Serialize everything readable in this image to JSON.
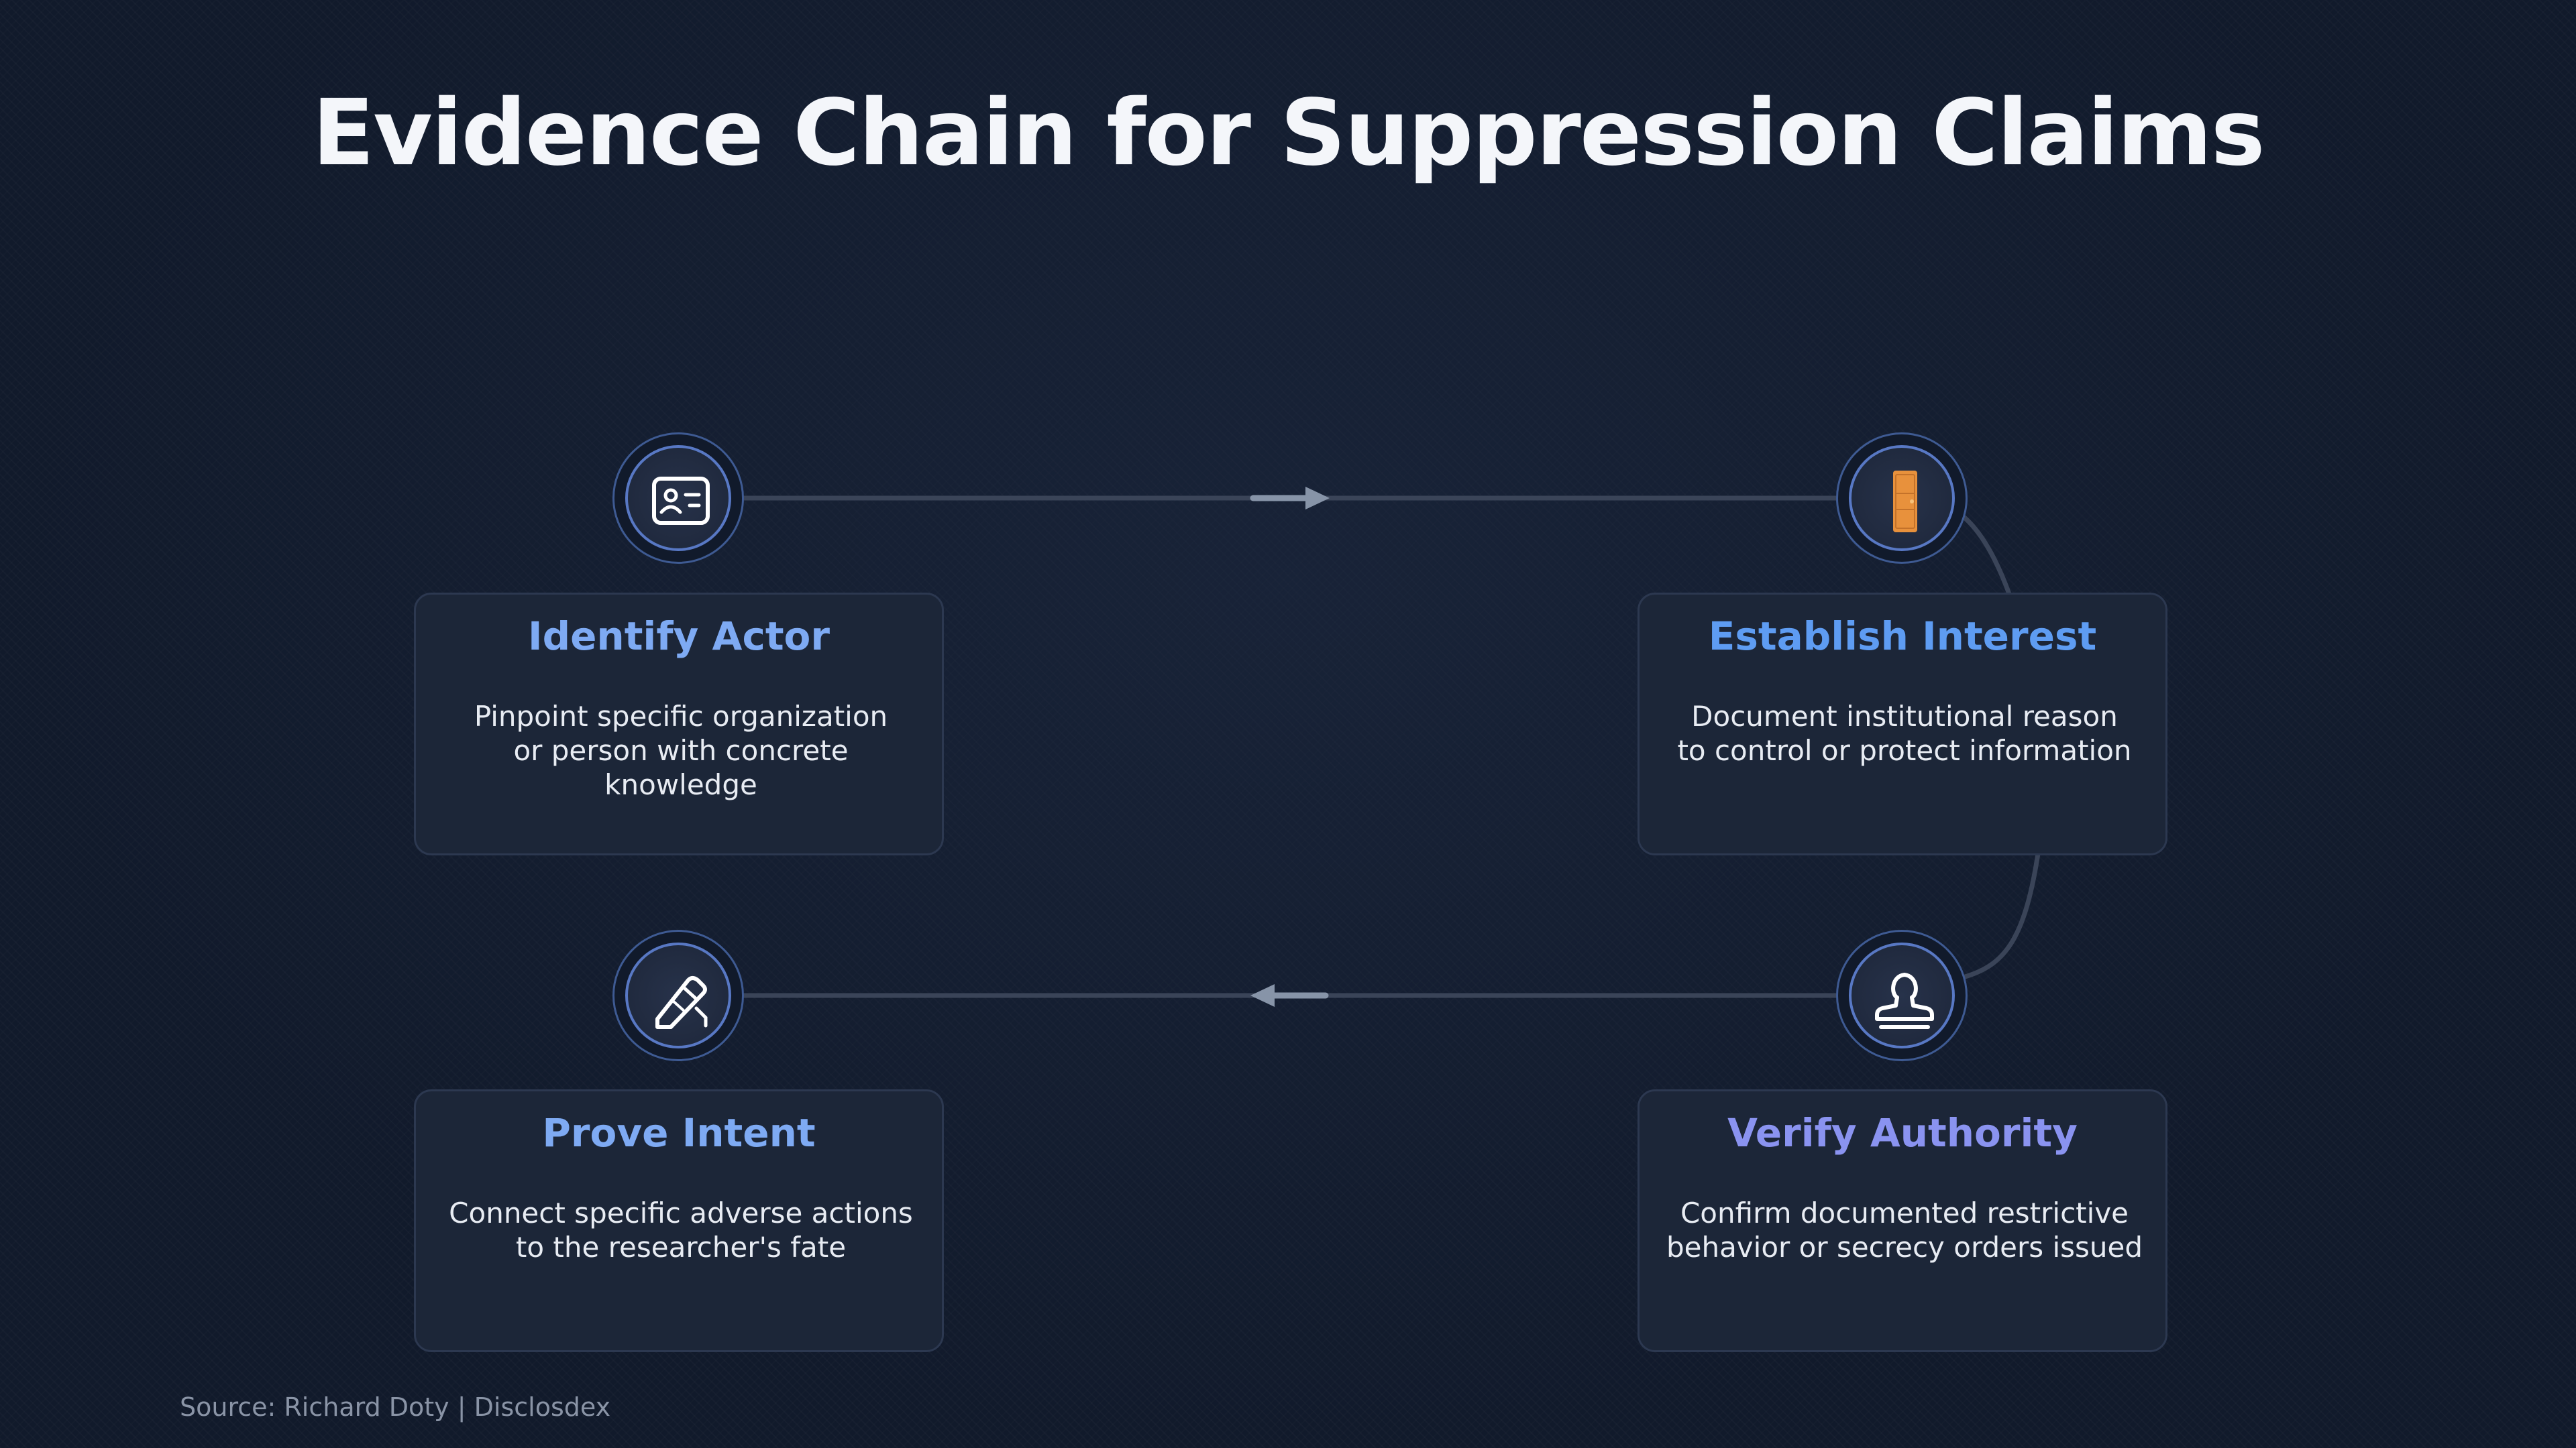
{
  "title": "Evidence Chain for Suppression Claims",
  "steps": [
    {
      "title": "Identify Actor",
      "description_line1": "Pinpoint specific organization",
      "description_line2": "or person with concrete knowledge",
      "icon": "id-card-icon",
      "color": "#7eaaf3"
    },
    {
      "title": "Establish Interest",
      "description_line1": "Document institutional reason",
      "description_line2": "to control or protect information",
      "icon": "door-icon",
      "color": "#5e9cf2"
    },
    {
      "title": "Verify Authority",
      "description_line1": "Confirm documented restrictive",
      "description_line2": "behavior or secrecy orders issued",
      "icon": "stamp-icon",
      "color": "#8a93f0"
    },
    {
      "title": "Prove Intent",
      "description_line1": "Connect specific adverse actions",
      "description_line2": "to the researcher's fate",
      "icon": "pen-icon",
      "color": "#7eaaf3"
    }
  ],
  "source": "Source: Richard Doty | Disclosdex",
  "colors": {
    "background": "#111a2b",
    "card": "#1c2638",
    "connector": "#3a4458",
    "arrow": "#8794a8",
    "icon_door": "#e8913c"
  }
}
